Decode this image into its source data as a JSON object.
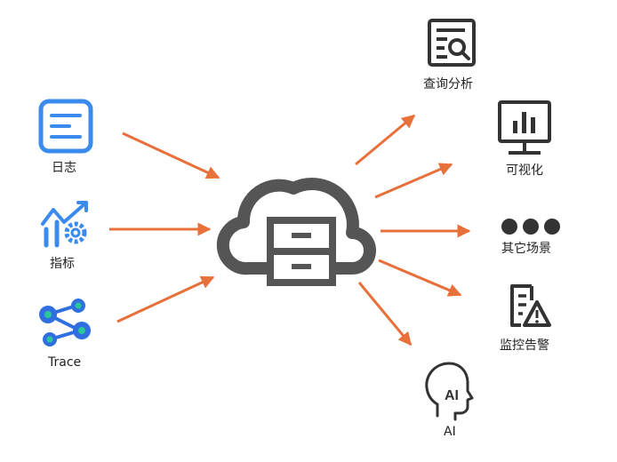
{
  "sources": [
    {
      "id": "logs",
      "label": "日志",
      "icon": "document-icon"
    },
    {
      "id": "metrics",
      "label": "指标",
      "icon": "chart-gear-icon"
    },
    {
      "id": "trace",
      "label": "Trace",
      "icon": "trace-network-icon"
    }
  ],
  "hub": {
    "icon": "cloud-storage-icon"
  },
  "outputs": [
    {
      "id": "query",
      "label": "查询分析",
      "icon": "search-document-icon"
    },
    {
      "id": "visual",
      "label": "可视化",
      "icon": "monitor-chart-icon"
    },
    {
      "id": "other",
      "label": "其它场景",
      "icon": "three-dots-icon"
    },
    {
      "id": "alert",
      "label": "监控告警",
      "icon": "alert-document-icon"
    },
    {
      "id": "ai",
      "label": "AI",
      "icon": "ai-head-icon"
    }
  ],
  "colors": {
    "arrow": "#E8703A",
    "source_blue": "#3B8BEF",
    "trace_green": "#2BC79A",
    "trace_blue": "#2F6FE0",
    "hub_gray": "#555555",
    "output_dark": "#333333"
  }
}
